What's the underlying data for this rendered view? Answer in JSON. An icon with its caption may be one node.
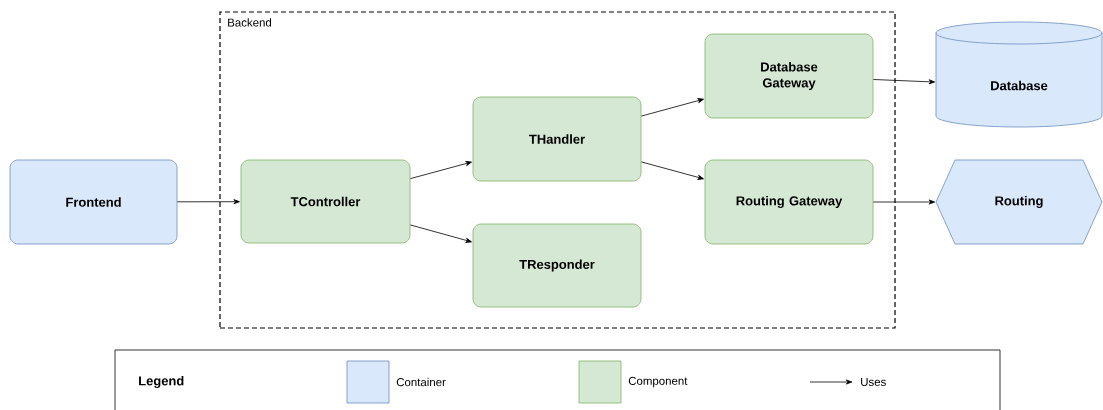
{
  "diagram": {
    "nodes": [
      {
        "text": [
          "Frontend"
        ]
      },
      {
        "text": [
          "Backend"
        ]
      },
      {
        "text": [
          "TController"
        ],
        "in": 1
      },
      {
        "text": [
          "THandler"
        ],
        "in": 1
      },
      {
        "text": [
          "TResponder"
        ],
        "in": 1
      },
      {
        "text": [
          "Database Gateway"
        ],
        "in": 1
      },
      {
        "text": [
          "Routing Gateway"
        ],
        "in": 1
      },
      {
        "text": [
          "Database"
        ]
      },
      {
        "text": [
          "Routing"
        ]
      }
    ],
    "edges": [
      {
        "from": 0,
        "to": 2,
        "arrow": "to"
      },
      {
        "from": 2,
        "to": 3,
        "arrow": "to"
      },
      {
        "from": 2,
        "to": 4,
        "arrow": "to"
      },
      {
        "from": 3,
        "to": 5,
        "arrow": "to"
      },
      {
        "from": 3,
        "to": 6,
        "arrow": "to"
      },
      {
        "from": 5,
        "to": 7,
        "arrow": "to"
      },
      {
        "from": 6,
        "to": 8,
        "arrow": "to"
      }
    ],
    "labels": [
      "Legend"
    ],
    "legend": [
      {
        "text": "Container",
        "color": "#dae8fc"
      },
      {
        "text": "Component",
        "color": "#d5e8d4"
      },
      {
        "text": "Uses"
      }
    ]
  }
}
